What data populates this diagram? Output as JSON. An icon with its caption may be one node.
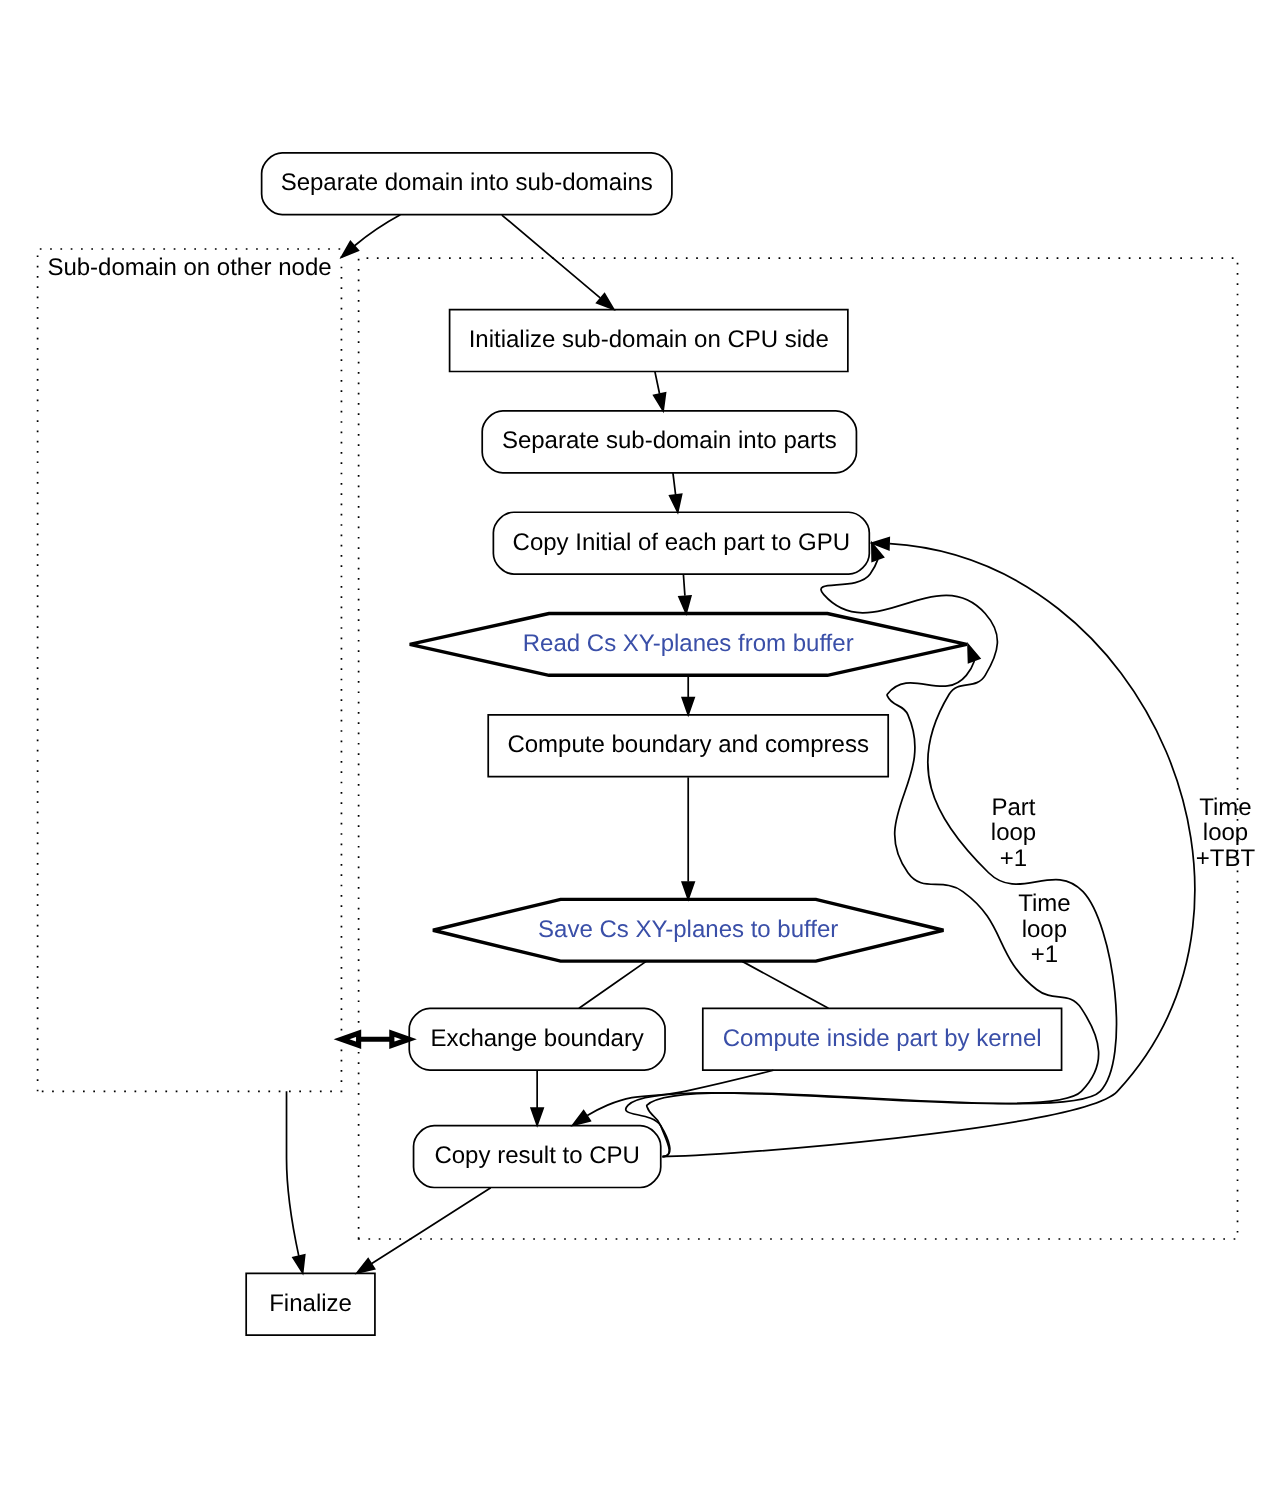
{
  "diagram": {
    "nodes": [
      {
        "text": [
          "Separate domain into sub-domains"
        ]
      },
      {
        "text": [
          "Sub-domain on other node"
        ]
      },
      {
        "text": [],
        "shape": "box"
      },
      {
        "text": [
          "Initialize sub-domain on CPU side"
        ],
        "in": 2
      },
      {
        "text": [
          "Separate sub-domain into parts"
        ],
        "in": 2
      },
      {
        "text": [
          "Copy Initial of each part to GPU"
        ],
        "in": 2
      },
      {
        "text": [
          "Read Cs XY-planes from buffer"
        ],
        "in": 2
      },
      {
        "text": [
          "Compute boundary and compress"
        ],
        "in": 2
      },
      {
        "text": [
          "Save Cs XY-planes to buffer"
        ],
        "in": 2
      },
      {
        "text": [
          "Exchange boundary"
        ],
        "in": 2
      },
      {
        "text": [
          "Compute inside part by kernel"
        ],
        "in": 2
      },
      {
        "text": [
          "Copy result to CPU"
        ],
        "in": 2
      },
      {
        "text": [
          "Finalize"
        ]
      }
    ],
    "edges": [
      {
        "from": 0,
        "to": 1,
        "arrow": "to"
      },
      {
        "from": 0,
        "to": 3,
        "arrow": "to"
      },
      {
        "from": 3,
        "to": 4,
        "arrow": "to"
      },
      {
        "from": 4,
        "to": 5,
        "arrow": "to"
      },
      {
        "from": 5,
        "to": 6,
        "arrow": "to"
      },
      {
        "from": 6,
        "to": 7,
        "arrow": "to"
      },
      {
        "from": 7,
        "to": 8,
        "arrow": "to"
      },
      {
        "from": 8,
        "to": 9,
        "arrow": "none"
      },
      {
        "from": 8,
        "to": 10,
        "arrow": "none"
      },
      {
        "from": 9,
        "to": 11,
        "arrow": "to"
      },
      {
        "from": 10,
        "to": 11,
        "arrow": "to"
      },
      {
        "from": 11,
        "to": 6,
        "arrow": "to",
        "label": "Time loop +1"
      },
      {
        "from": 11,
        "to": 5,
        "arrow": "to",
        "label": "Part loop +1"
      },
      {
        "from": 11,
        "to": 5,
        "arrow": "to",
        "label": "Time loop +TBT"
      },
      {
        "from": 1,
        "to": 9,
        "arrow": "both",
        "style": "thick"
      },
      {
        "from": 1,
        "to": 12,
        "arrow": "to"
      },
      {
        "from": 11,
        "to": 12,
        "arrow": "to"
      }
    ]
  }
}
